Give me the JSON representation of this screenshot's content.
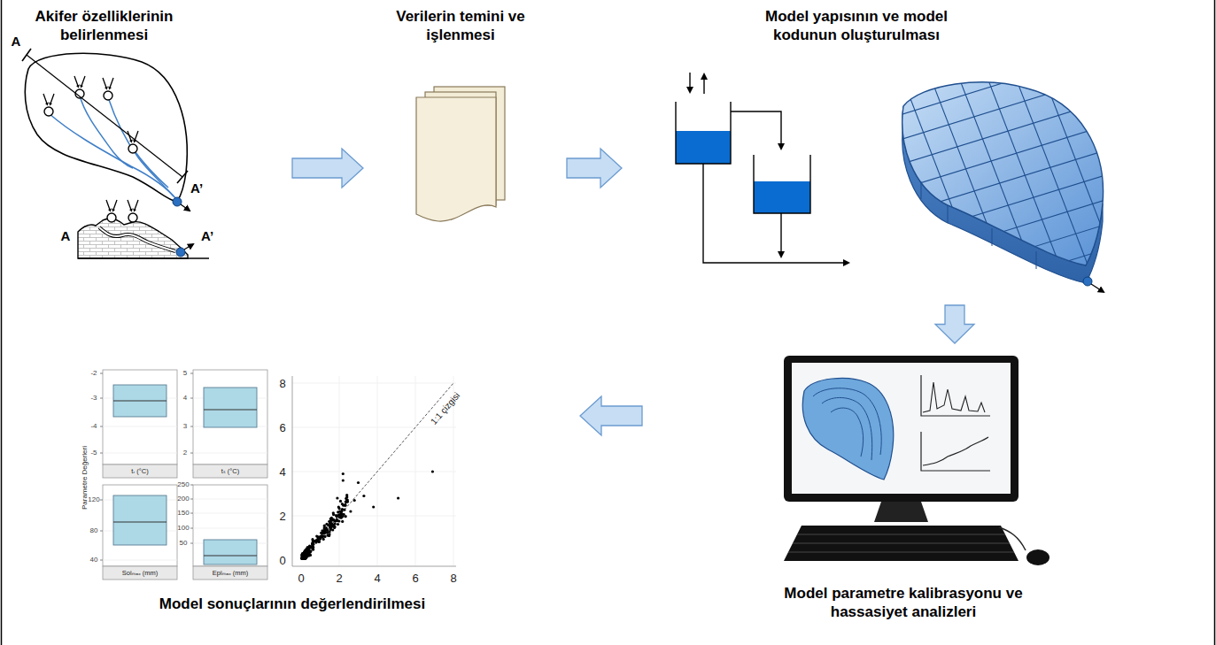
{
  "diagram": {
    "nodes": [
      {
        "text": [
          "Akifer özelliklerinin belirlenmesi"
        ]
      },
      {
        "text": [
          "Verilerin temini ve işlenmesi"
        ]
      },
      {
        "text": [
          "Model yapısının ve model kodunun oluşturulması"
        ]
      },
      {
        "text": [
          "Model parametre kalibrasyonu ve hassasiyet analizleri"
        ]
      },
      {
        "text": [
          "Model sonuçlarının değerlendirilmesi"
        ]
      }
    ],
    "edges": [
      {
        "from": 0,
        "to": 1,
        "arrow": "to"
      },
      {
        "from": 1,
        "to": 2,
        "arrow": "to"
      },
      {
        "from": 2,
        "to": 3,
        "arrow": "to"
      },
      {
        "from": 3,
        "to": 4,
        "arrow": "to"
      }
    ],
    "labels": [
      "A",
      "A’",
      "A",
      "A’",
      "Parametre Değerleri",
      "-2",
      "-3",
      "-4",
      "-5",
      "tᵣ (°C)",
      "5",
      "4",
      "3",
      "2",
      "tₛ (°C)",
      "120",
      "80",
      "40",
      "Soiₘₐₓ (mm)",
      "250",
      "200",
      "150",
      "100",
      "50",
      "Epiₘₐₓ (mm)",
      "8",
      "6",
      "4",
      "2",
      "0",
      "0",
      "2",
      "4",
      "6",
      "8",
      "1:1 çizgisi"
    ]
  }
}
